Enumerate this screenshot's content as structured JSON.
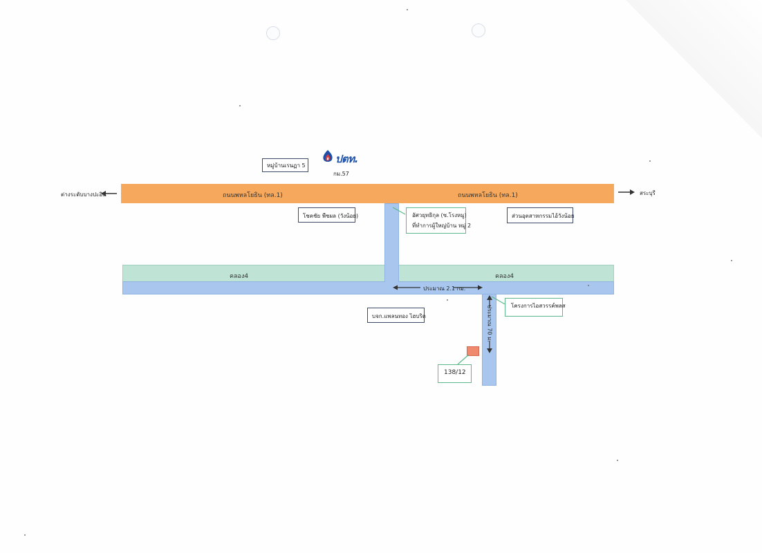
{
  "logo": {
    "brand_text": "ปตท.",
    "km_marker": "กม.57",
    "brand_color": "#1b4fa8",
    "flame_red": "#e0373b"
  },
  "highway": {
    "label_left": "ถนนพหลโยธิน (ทล.1)",
    "label_right": "ถนนพหลโยธิน (ทล.1)",
    "color": "#f6a85c"
  },
  "directions": {
    "west": "ต่างระดับบางปะอิน",
    "east": "สระบุรี"
  },
  "canal": {
    "label_left": "คลอง4",
    "label_right": "คลอง4",
    "color": "#bfe4d6"
  },
  "local_road": {
    "distance_label": "ประมาณ 2.1 กม.",
    "color": "#a9c7ee"
  },
  "side_road": {
    "distance_label": "ประมาณ 70 ม."
  },
  "landmarks": {
    "village": "หมู่บ้านเรนฏา 5",
    "shop": "โชคชัย พืชผล (วังน้อย)",
    "industrial": "ส่วนอุตสาหกรรมไอ้วังน้อย",
    "company": "บจก.แพลนทอง ไฮบริด",
    "temple_line1": "อัศวยุทธิกุล (ซ.โรงหมู)",
    "temple_line2": "ที่ทำการผู้ใหญ่บ้าน หมู่ 2",
    "project": "โครงการไอสวรรค์พลส"
  },
  "destination": {
    "label": "138/12",
    "color": "#ef8a6e"
  }
}
